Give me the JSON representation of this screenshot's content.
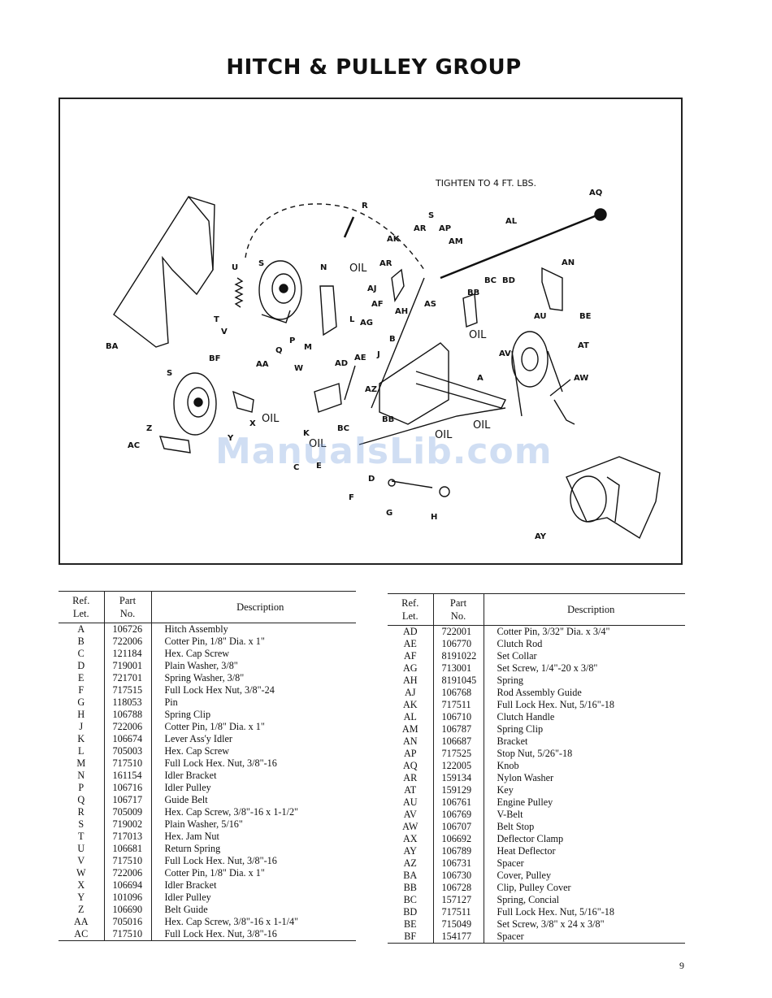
{
  "page": {
    "title": "HITCH & PULLEY GROUP",
    "page_number": "9"
  },
  "diagram": {
    "torque_note": "TIGHTEN TO 4 FT. LBS.",
    "oil_label": "OIL",
    "watermark": "ManualsLib.com"
  },
  "table_headers": {
    "ref_line1": "Ref.",
    "ref_line2": "Let.",
    "part_line1": "Part",
    "part_line2": "No.",
    "desc": "Description"
  },
  "left_table": [
    [
      "A",
      "106726",
      "Hitch Assembly"
    ],
    [
      "B",
      "722006",
      "Cotter Pin, 1/8\" Dia. x 1\""
    ],
    [
      "C",
      "121184",
      "Hex. Cap Screw"
    ],
    [
      "D",
      "719001",
      "Plain Washer, 3/8\""
    ],
    [
      "E",
      "721701",
      "Spring Washer, 3/8\""
    ],
    [
      "F",
      "717515",
      "Full Lock Hex Nut, 3/8\"-24"
    ],
    [
      "G",
      "118053",
      "Pin"
    ],
    [
      "H",
      "106788",
      "Spring Clip"
    ],
    [
      "J",
      "722006",
      "Cotter Pin, 1/8\" Dia. x 1\""
    ],
    [
      "K",
      "106674",
      "Lever Ass'y Idler"
    ],
    [
      "L",
      "705003",
      "Hex. Cap Screw"
    ],
    [
      "M",
      "717510",
      "Full Lock Hex. Nut, 3/8\"-16"
    ],
    [
      "N",
      "161154",
      "Idler Bracket"
    ],
    [
      "P",
      "106716",
      "Idler Pulley"
    ],
    [
      "Q",
      "106717",
      "Guide Belt"
    ],
    [
      "R",
      "705009",
      "Hex. Cap Screw, 3/8\"-16 x 1-1/2\""
    ],
    [
      "S",
      "719002",
      "Plain Washer, 5/16\""
    ],
    [
      "T",
      "717013",
      "Hex. Jam Nut"
    ],
    [
      "U",
      "106681",
      "Return Spring"
    ],
    [
      "V",
      "717510",
      "Full Lock Hex. Nut, 3/8\"-16"
    ],
    [
      "W",
      "722006",
      "Cotter Pin, 1/8\" Dia. x 1\""
    ],
    [
      "X",
      "106694",
      "Idler Bracket"
    ],
    [
      "Y",
      "101096",
      "Idler Pulley"
    ],
    [
      "Z",
      "106690",
      "Belt Guide"
    ],
    [
      "AA",
      "705016",
      "Hex. Cap Screw, 3/8\"-16 x 1-1/4\""
    ],
    [
      "AC",
      "717510",
      "Full Lock Hex. Nut, 3/8\"-16"
    ]
  ],
  "right_table": [
    [
      "AD",
      "722001",
      "Cotter Pin, 3/32\" Dia. x 3/4\""
    ],
    [
      "AE",
      "106770",
      "Clutch Rod"
    ],
    [
      "AF",
      "8191022",
      "Set Collar"
    ],
    [
      "AG",
      "713001",
      "Set Screw, 1/4\"-20 x 3/8\""
    ],
    [
      "AH",
      "8191045",
      "Spring"
    ],
    [
      "AJ",
      "106768",
      "Rod Assembly Guide"
    ],
    [
      "AK",
      "717511",
      "Full Lock Hex. Nut, 5/16\"-18"
    ],
    [
      "AL",
      "106710",
      "Clutch Handle"
    ],
    [
      "AM",
      "106787",
      "Spring Clip"
    ],
    [
      "AN",
      "106687",
      "Bracket"
    ],
    [
      "AP",
      "717525",
      "Stop Nut, 5/26\"-18"
    ],
    [
      "AQ",
      "122005",
      "Knob"
    ],
    [
      "AR",
      "159134",
      "Nylon Washer"
    ],
    [
      "AT",
      "159129",
      "Key"
    ],
    [
      "AU",
      "106761",
      "Engine Pulley"
    ],
    [
      "AV",
      "106769",
      "V-Belt"
    ],
    [
      "AW",
      "106707",
      "Belt Stop"
    ],
    [
      "AX",
      "106692",
      "Deflector Clamp"
    ],
    [
      "AY",
      "106789",
      "Heat Deflector"
    ],
    [
      "AZ",
      "106731",
      "Spacer"
    ],
    [
      "BA",
      "106730",
      "Cover, Pulley"
    ],
    [
      "BB",
      "106728",
      "Clip, Pulley Cover"
    ],
    [
      "BC",
      "157127",
      "Spring, Concial"
    ],
    [
      "BD",
      "717511",
      "Full Lock Hex. Nut, 5/16\"-18"
    ],
    [
      "BE",
      "715049",
      "Set Screw, 3/8\" x 24 x 3/8\""
    ],
    [
      "BF",
      "154177",
      "Spacer"
    ]
  ],
  "callouts": [
    "R",
    "S",
    "AR",
    "AP",
    "AM",
    "AL",
    "AQ",
    "AK",
    "AN",
    "U",
    "S",
    "N",
    "AR",
    "AJ",
    "AS",
    "AH",
    "AF",
    "BB",
    "BC",
    "BD",
    "AU",
    "BE",
    "T",
    "V",
    "Q",
    "P",
    "M",
    "L",
    "AG",
    "B",
    "AT",
    "BA",
    "BF",
    "AA",
    "W",
    "AD",
    "AE",
    "J",
    "AV",
    "AW",
    "S",
    "AZ",
    "A",
    "X",
    "Y",
    "K",
    "BC",
    "BB",
    "Z",
    "AC",
    "C",
    "E",
    "D",
    "F",
    "G",
    "H",
    "AY"
  ]
}
